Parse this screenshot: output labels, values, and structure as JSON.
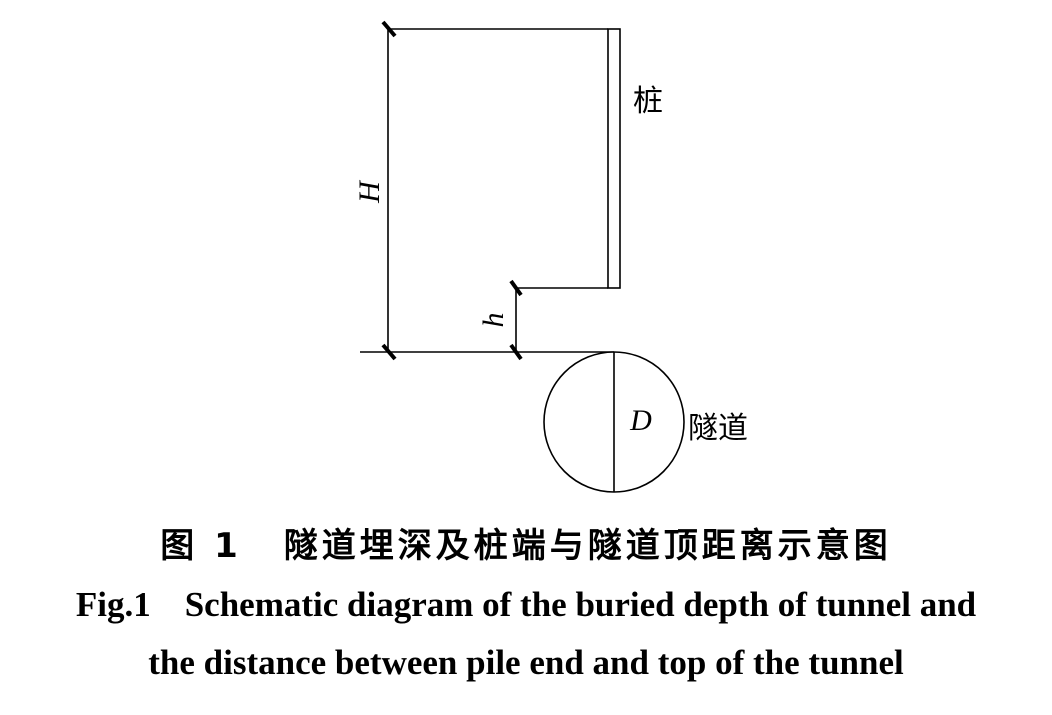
{
  "diagram": {
    "labels": {
      "H": "H",
      "h": "h",
      "D": "D",
      "pile": "桩",
      "tunnel": "隧道"
    }
  },
  "caption": {
    "cn_number": "图 1",
    "cn_title": "隧道埋深及桩端与隧道顶距离示意图",
    "en_number": "Fig.1",
    "en_line1": "Schematic diagram of the buried depth of tunnel and",
    "en_line2": "the distance between pile end and top of the tunnel"
  }
}
